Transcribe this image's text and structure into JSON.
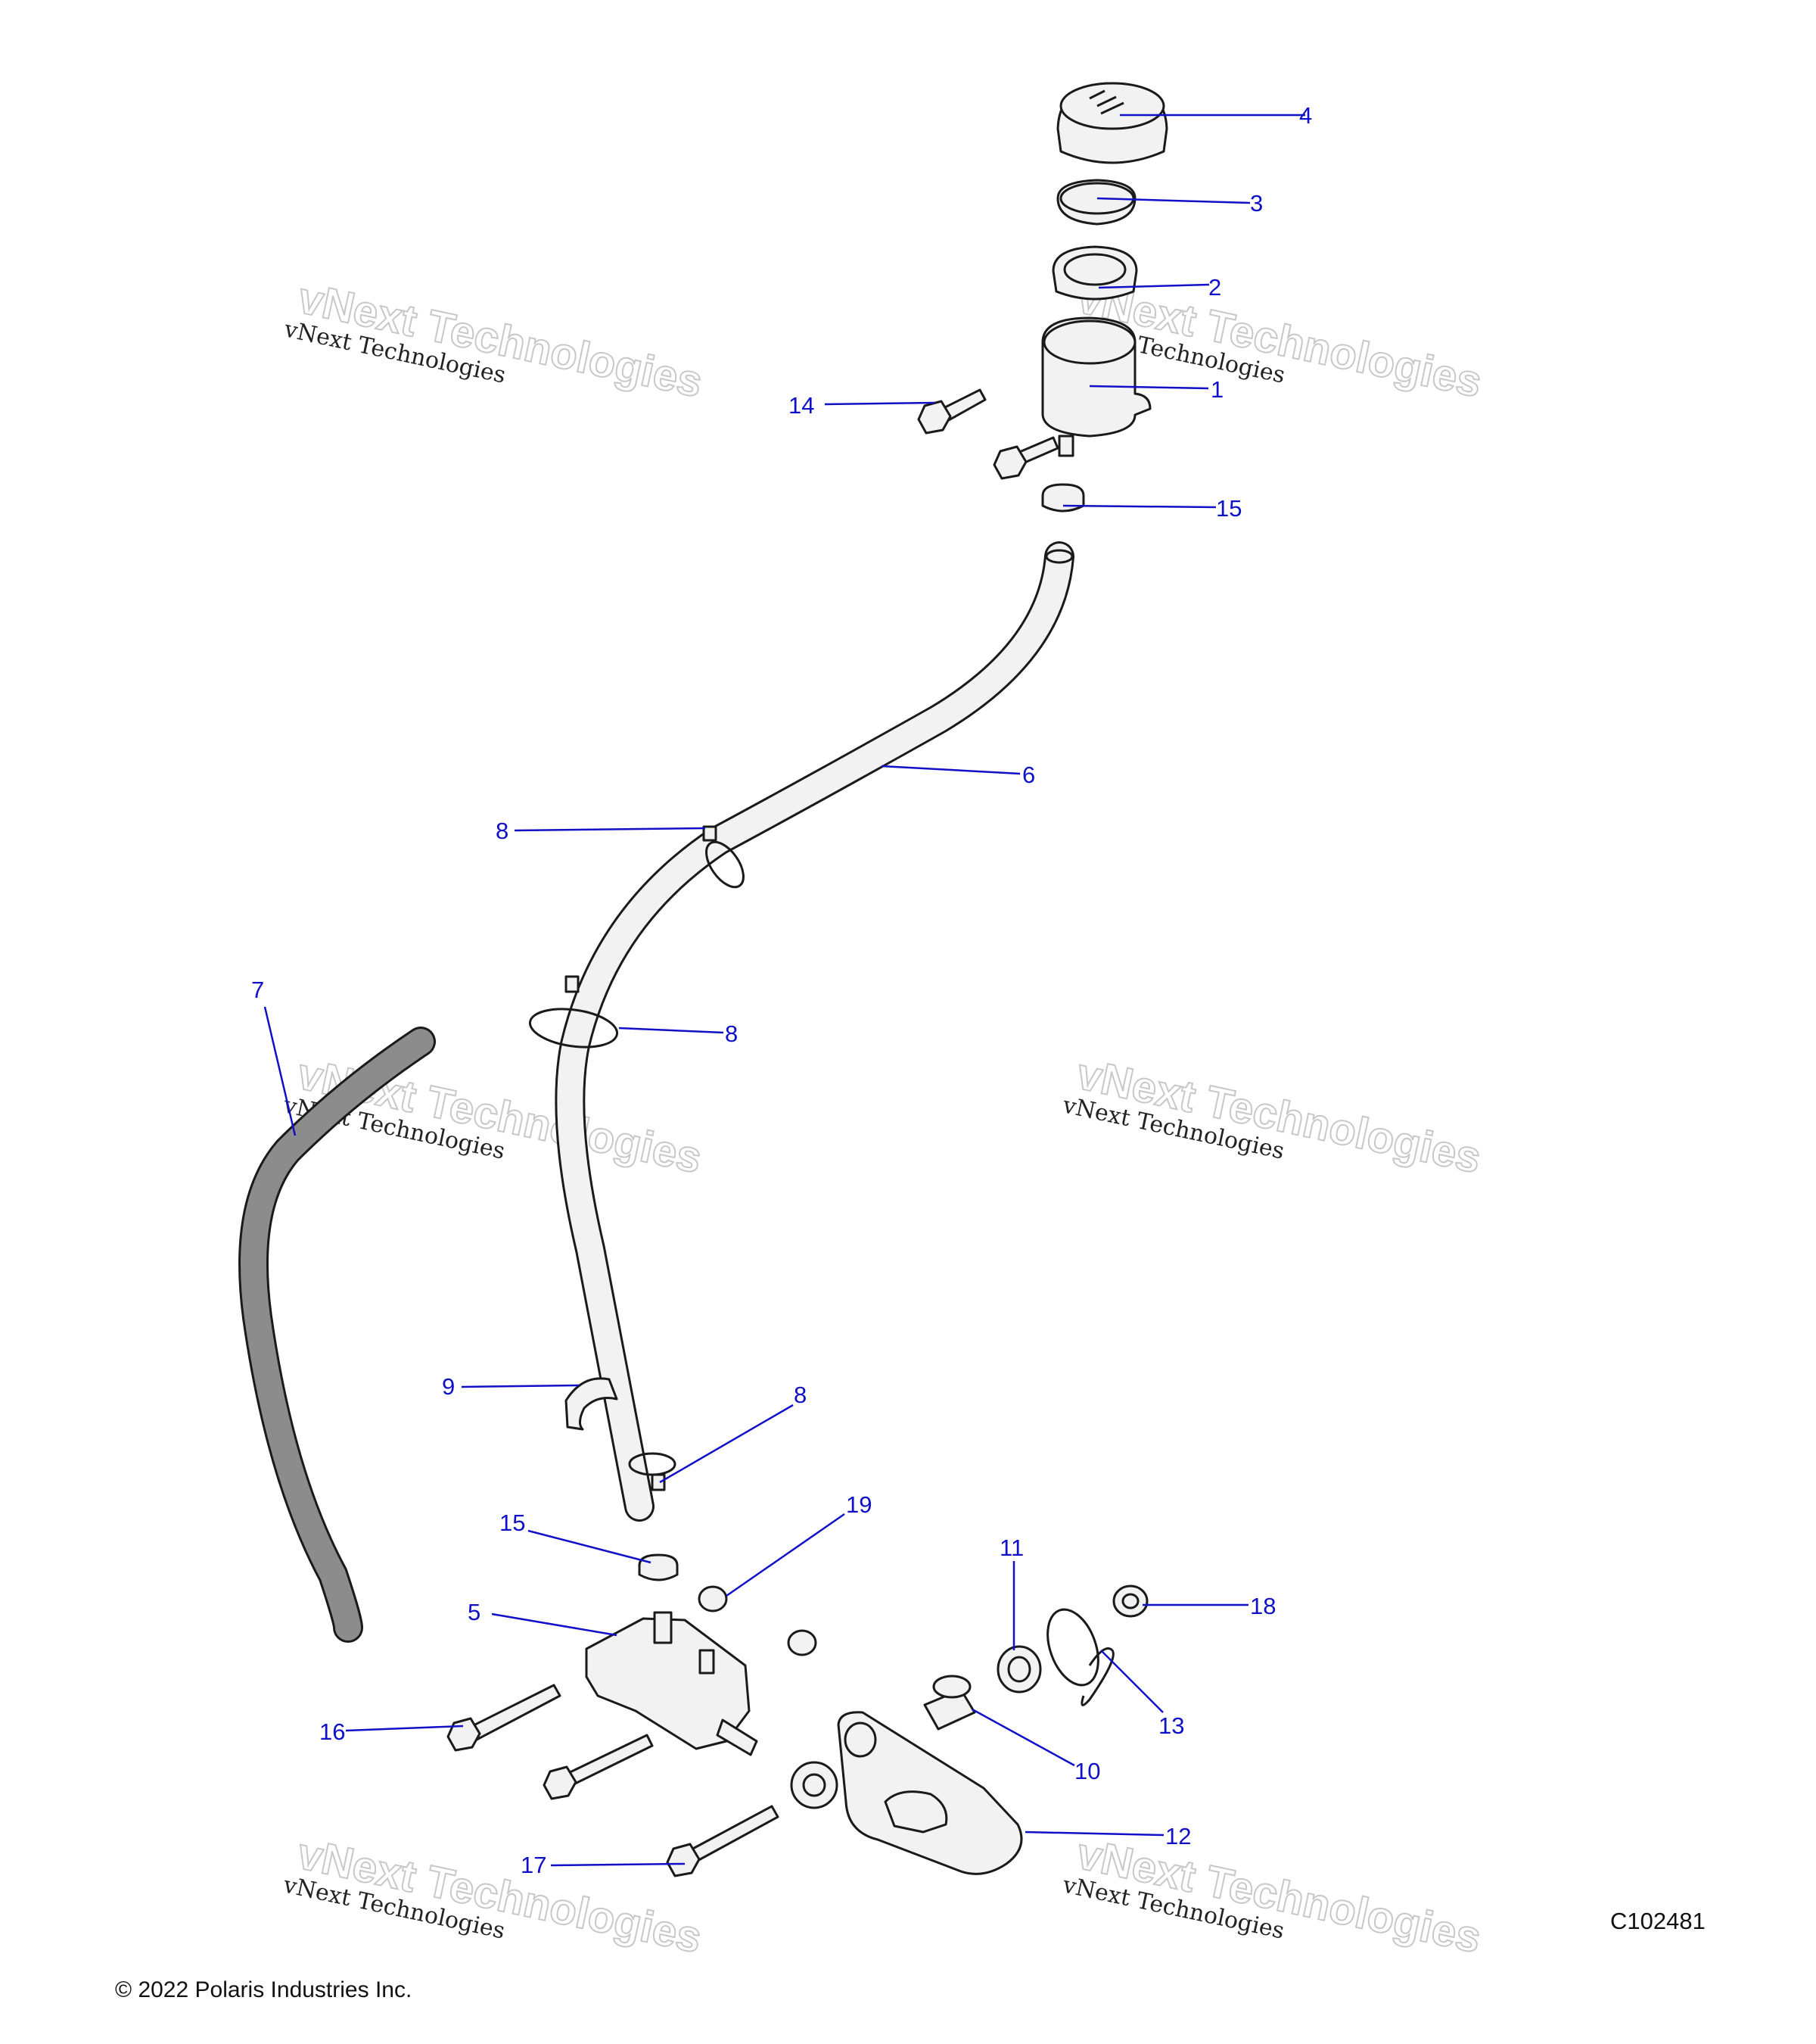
{
  "diagram": {
    "code": "C102481",
    "copyright": "© 2022 Polaris Industries Inc.",
    "watermark_line1": "vNext Technologies",
    "watermark_line2": "vNext Technologies",
    "callouts": {
      "c4": "4",
      "c3": "3",
      "c2": "2",
      "c1": "1",
      "c14": "14",
      "c15a": "15",
      "c6": "6",
      "c8a": "8",
      "c7": "7",
      "c8b": "8",
      "c9": "9",
      "c8c": "8",
      "c15b": "15",
      "c19": "19",
      "c11": "11",
      "c18": "18",
      "c5": "5",
      "c13": "13",
      "c16": "16",
      "c10": "10",
      "c17": "17",
      "c12": "12"
    },
    "colors": {
      "callout": "#1010c8",
      "line_art": "#1a1a1a",
      "hose_dark": "#8c8c8c"
    }
  }
}
